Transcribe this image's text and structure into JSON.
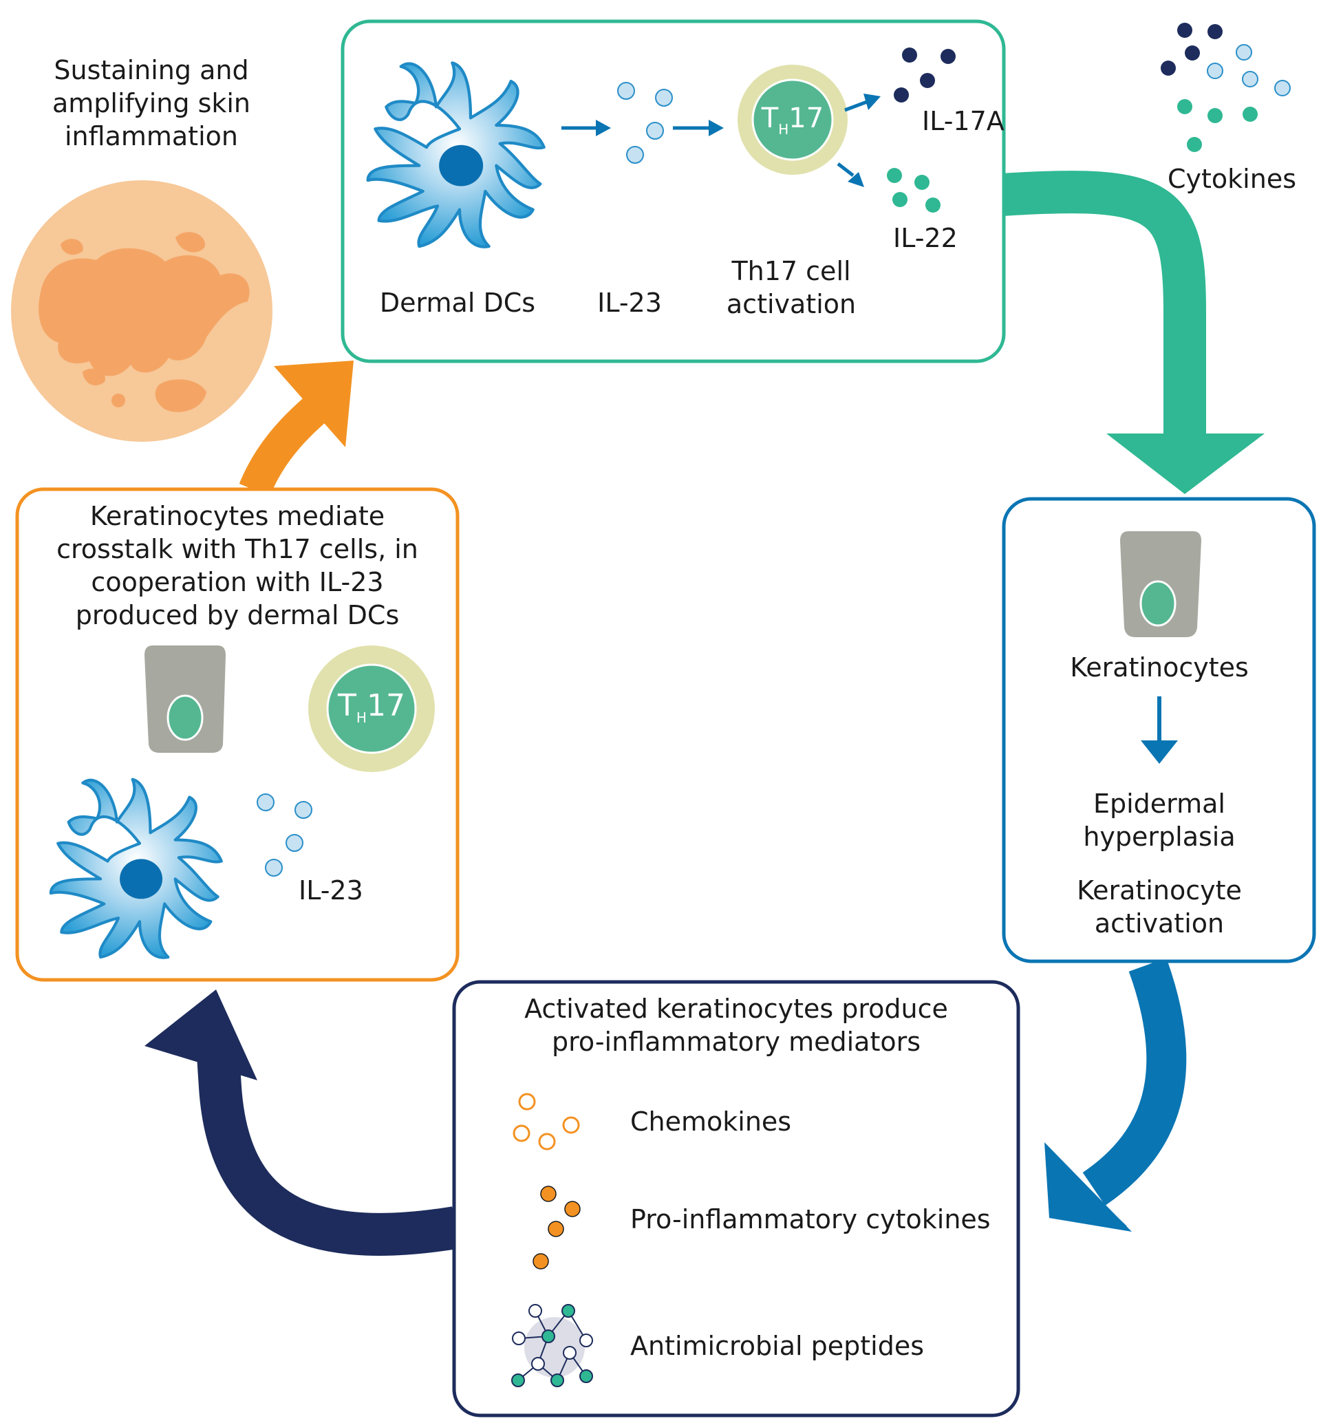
{
  "colors": {
    "green": "#2fb893",
    "blue": "#0a75b3",
    "navy": "#1d2c5c",
    "orange": "#f39222",
    "light_blue": "#c6e2f2",
    "gray": "#a7a8a0",
    "th17_halo": "#e1e1ad",
    "th17_cell": "#55b792"
  },
  "sustaining": {
    "line1": "Sustaining and",
    "line2": "amplifying skin",
    "line3": "inflammation"
  },
  "top_box": {
    "dermal_dcs": "Dermal DCs",
    "il23": "IL-23",
    "th17_line1": "Th17 cell",
    "th17_line2": "activation",
    "il17a": "IL-17A",
    "il22": "IL-22"
  },
  "cytokines_label": "Cytokines",
  "th17_badge": {
    "t": "T",
    "h": "H",
    "num": "17"
  },
  "right_box": {
    "keratinocytes": "Keratinocytes",
    "hyper_line1": "Epidermal",
    "hyper_line2": "hyperplasia",
    "act_line1": "Keratinocyte",
    "act_line2": "activation"
  },
  "bottom_box": {
    "title_line1": "Activated keratinocytes produce",
    "title_line2": "pro-inflammatory mediators",
    "chemokines": "Chemokines",
    "cytokines": "Pro-inflammatory cytokines",
    "peptides": "Antimicrobial peptides"
  },
  "left_box": {
    "line1": "Keratinocytes mediate",
    "line2": "crosstalk with Th17 cells, in",
    "line3": "cooperation with IL-23",
    "line4": "produced by dermal DCs",
    "il23": "IL-23"
  }
}
